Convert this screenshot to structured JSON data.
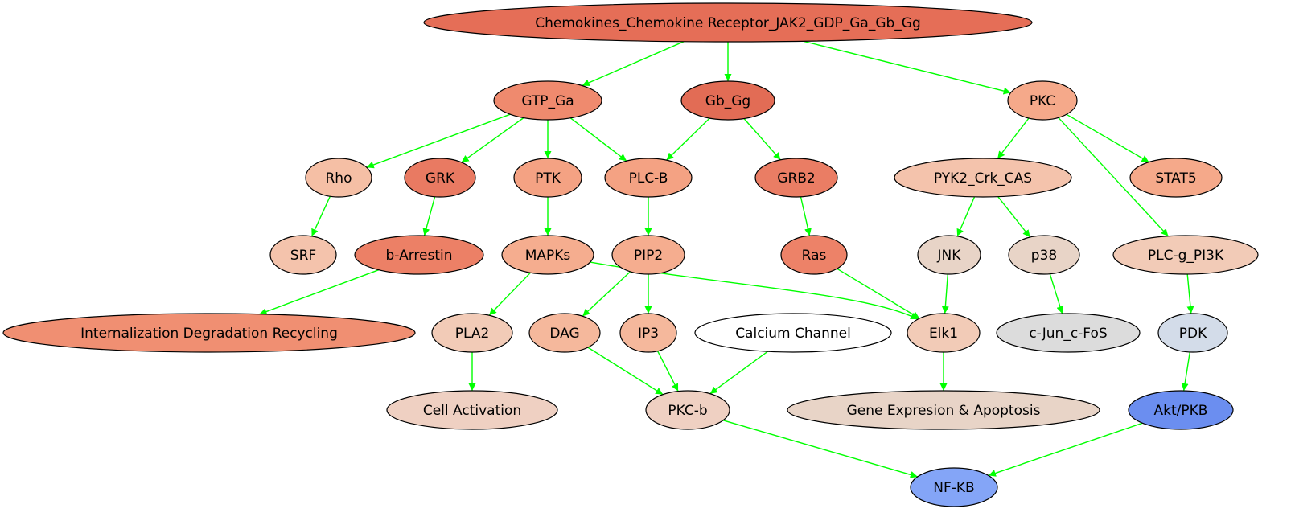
{
  "diagram": {
    "nodes": [
      {
        "id": "n_root",
        "label": "Chemokines_Chemokine Receptor_JAK2_GDP_Ga_Gb_Gg",
        "fill": "#e56e57"
      },
      {
        "id": "n_gtpga",
        "label": "GTP_Ga",
        "fill": "#ef8a6e"
      },
      {
        "id": "n_gbgg",
        "label": "Gb_Gg",
        "fill": "#e26c55"
      },
      {
        "id": "n_pkc",
        "label": "PKC",
        "fill": "#f5a98a"
      },
      {
        "id": "n_rho",
        "label": "Rho",
        "fill": "#f5bfa5"
      },
      {
        "id": "n_grk",
        "label": "GRK",
        "fill": "#e97a62"
      },
      {
        "id": "n_ptk",
        "label": "PTK",
        "fill": "#f4a283"
      },
      {
        "id": "n_plcb",
        "label": "PLC-B",
        "fill": "#f4a283"
      },
      {
        "id": "n_grb2",
        "label": "GRB2",
        "fill": "#ea7d64"
      },
      {
        "id": "n_pyk2",
        "label": "PYK2_Crk_CAS",
        "fill": "#f4c3ac"
      },
      {
        "id": "n_stat5",
        "label": "STAT5",
        "fill": "#f5a98a"
      },
      {
        "id": "n_srf",
        "label": "SRF",
        "fill": "#f4c3ac"
      },
      {
        "id": "n_barr",
        "label": "b-Arrestin",
        "fill": "#ec8066"
      },
      {
        "id": "n_mapks",
        "label": "MAPKs",
        "fill": "#f5ad8f"
      },
      {
        "id": "n_pip2",
        "label": "PIP2",
        "fill": "#f5ad8f"
      },
      {
        "id": "n_ras",
        "label": "Ras",
        "fill": "#ed8268"
      },
      {
        "id": "n_jnk",
        "label": "JNK",
        "fill": "#e8d4c7"
      },
      {
        "id": "n_p38",
        "label": "p38",
        "fill": "#e8d4c7"
      },
      {
        "id": "n_plcg",
        "label": "PLC-g_PI3K",
        "fill": "#f2cbb7"
      },
      {
        "id": "n_internal",
        "label": "Internalization Degradation Recycling",
        "fill": "#f08f72"
      },
      {
        "id": "n_pla2",
        "label": "PLA2",
        "fill": "#f2cbb7"
      },
      {
        "id": "n_dag",
        "label": "DAG",
        "fill": "#f5b89c"
      },
      {
        "id": "n_ip3",
        "label": "IP3",
        "fill": "#f5b89c"
      },
      {
        "id": "n_calcium",
        "label": "Calcium Channel",
        "fill": "#ffffff"
      },
      {
        "id": "n_elk1",
        "label": "Elk1",
        "fill": "#f2cbb7"
      },
      {
        "id": "n_cjun",
        "label": "c-Jun_c-FoS",
        "fill": "#dcdcdc"
      },
      {
        "id": "n_pdk",
        "label": "PDK",
        "fill": "#d3dce9"
      },
      {
        "id": "n_cellact",
        "label": "Cell Activation",
        "fill": "#efd0c2"
      },
      {
        "id": "n_pkcb",
        "label": "PKC-b",
        "fill": "#efd0c2"
      },
      {
        "id": "n_gene",
        "label": "Gene Expresion & Apoptosis",
        "fill": "#e8d4c7"
      },
      {
        "id": "n_akt",
        "label": "Akt/PKB",
        "fill": "#6b8ef0"
      },
      {
        "id": "n_nfkb",
        "label": "NF-KB",
        "fill": "#84a5f7"
      }
    ],
    "edges": [
      {
        "from": "n_root",
        "to": "n_gtpga"
      },
      {
        "from": "n_root",
        "to": "n_gbgg"
      },
      {
        "from": "n_root",
        "to": "n_pkc"
      },
      {
        "from": "n_gtpga",
        "to": "n_rho"
      },
      {
        "from": "n_gtpga",
        "to": "n_grk"
      },
      {
        "from": "n_gtpga",
        "to": "n_ptk"
      },
      {
        "from": "n_gtpga",
        "to": "n_plcb"
      },
      {
        "from": "n_gbgg",
        "to": "n_plcb"
      },
      {
        "from": "n_gbgg",
        "to": "n_grb2"
      },
      {
        "from": "n_pkc",
        "to": "n_pyk2"
      },
      {
        "from": "n_pkc",
        "to": "n_stat5"
      },
      {
        "from": "n_pkc",
        "to": "n_plcg"
      },
      {
        "from": "n_rho",
        "to": "n_srf"
      },
      {
        "from": "n_grk",
        "to": "n_barr"
      },
      {
        "from": "n_ptk",
        "to": "n_mapks"
      },
      {
        "from": "n_plcb",
        "to": "n_pip2"
      },
      {
        "from": "n_grb2",
        "to": "n_ras"
      },
      {
        "from": "n_pyk2",
        "to": "n_jnk"
      },
      {
        "from": "n_pyk2",
        "to": "n_p38"
      },
      {
        "from": "n_barr",
        "to": "n_internal"
      },
      {
        "from": "n_mapks",
        "to": "n_pla2"
      },
      {
        "from": "n_mapks",
        "to": "n_elk1"
      },
      {
        "from": "n_pip2",
        "to": "n_dag"
      },
      {
        "from": "n_pip2",
        "to": "n_ip3"
      },
      {
        "from": "n_ras",
        "to": "n_elk1"
      },
      {
        "from": "n_jnk",
        "to": "n_elk1"
      },
      {
        "from": "n_p38",
        "to": "n_cjun"
      },
      {
        "from": "n_plcg",
        "to": "n_pdk"
      },
      {
        "from": "n_pla2",
        "to": "n_cellact"
      },
      {
        "from": "n_dag",
        "to": "n_pkcb"
      },
      {
        "from": "n_ip3",
        "to": "n_pkcb"
      },
      {
        "from": "n_calcium",
        "to": "n_pkcb"
      },
      {
        "from": "n_elk1",
        "to": "n_gene"
      },
      {
        "from": "n_pdk",
        "to": "n_akt"
      },
      {
        "from": "n_pkcb",
        "to": "n_nfkb"
      },
      {
        "from": "n_akt",
        "to": "n_nfkb"
      }
    ],
    "edge_color": "#00ff00"
  }
}
